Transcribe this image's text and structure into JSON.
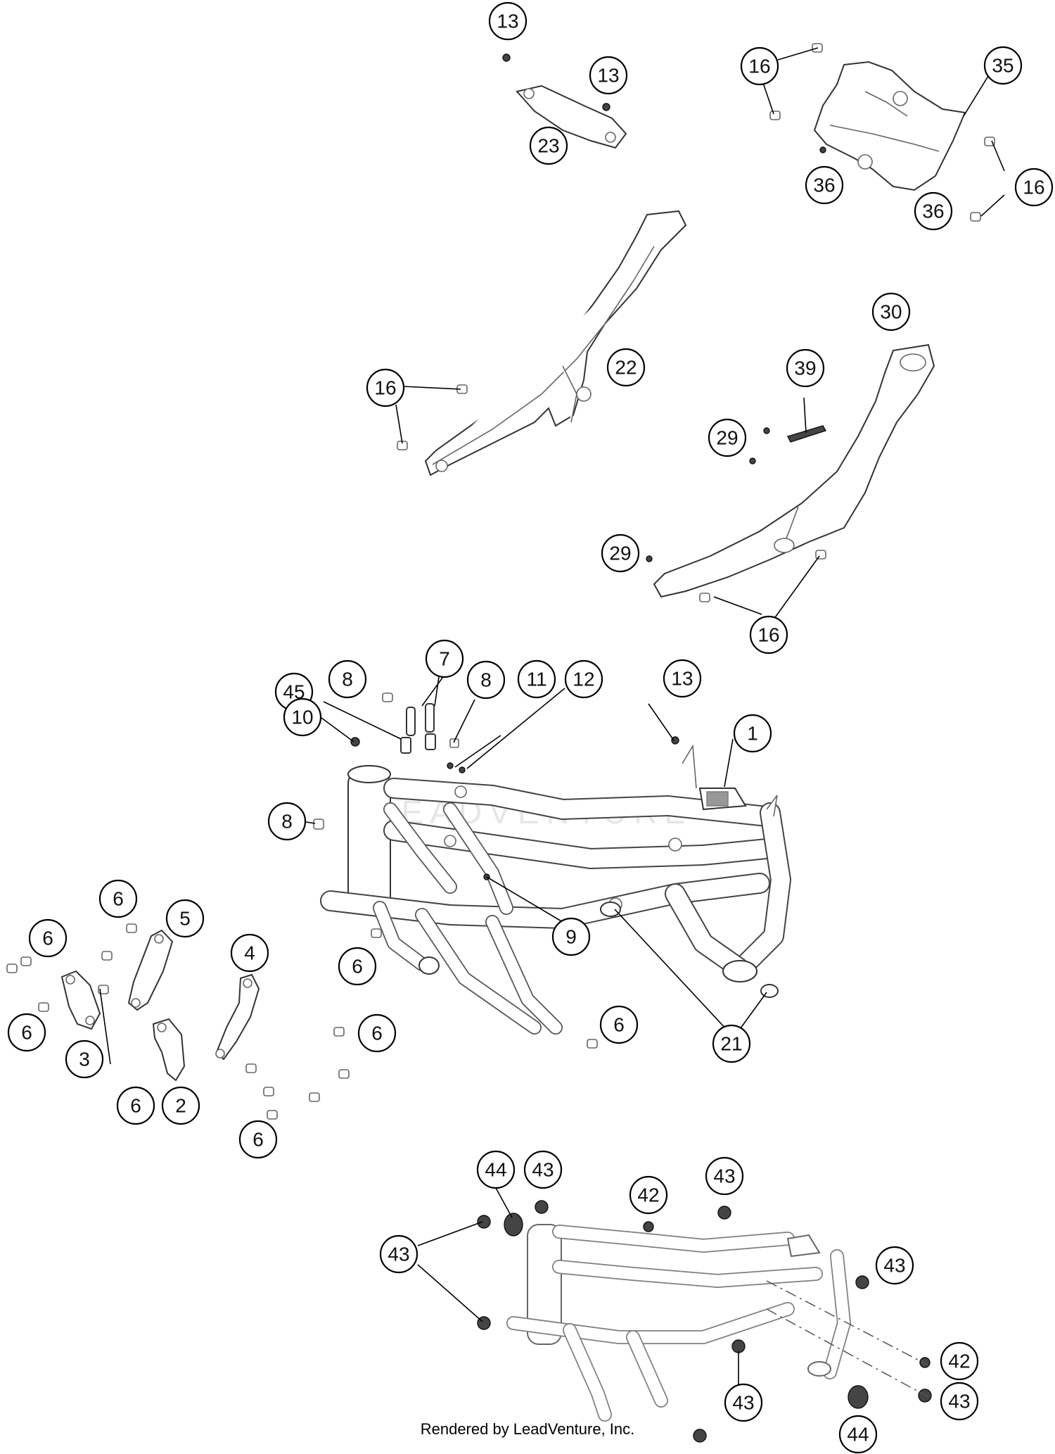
{
  "diagram": {
    "footer_text": "Rendered by LeadVenture, Inc.",
    "watermark_text": "LEADVENTURE",
    "callouts": [
      "13",
      "13",
      "23",
      "16",
      "35",
      "36",
      "16",
      "36",
      "22",
      "16",
      "30",
      "39",
      "29",
      "29",
      "16",
      "7",
      "8",
      "8",
      "11",
      "12",
      "13",
      "45",
      "10",
      "1",
      "8",
      "9",
      "6",
      "5",
      "6",
      "4",
      "6",
      "6",
      "3",
      "6",
      "2",
      "6",
      "6",
      "6",
      "21",
      "44",
      "43",
      "43",
      "42",
      "43",
      "43",
      "42",
      "43",
      "43",
      "44"
    ]
  }
}
